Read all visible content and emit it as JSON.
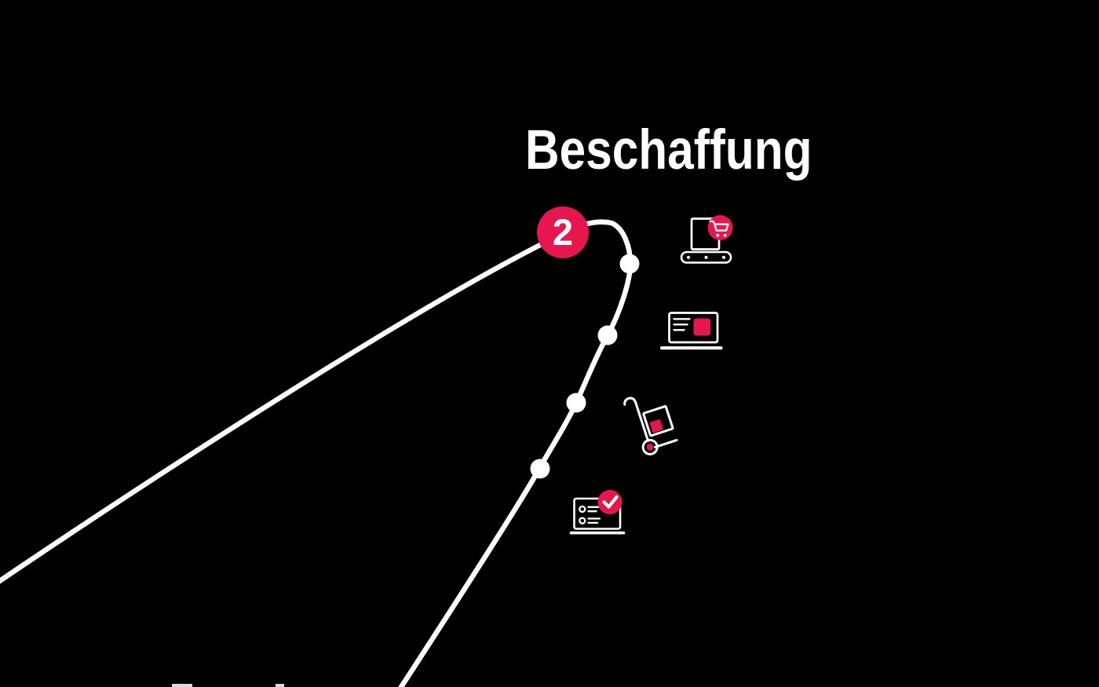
{
  "theme": {
    "background": "#000000",
    "foreground": "#ffffff",
    "accent": "#e5174e"
  },
  "diagram": {
    "title": "Beschaffung",
    "step": {
      "number": "2"
    },
    "milestone_dot_count": 4,
    "icons": [
      {
        "name": "conveyor-belt-with-cart-badge-icon"
      },
      {
        "name": "laptop-icon"
      },
      {
        "name": "hand-truck-icon"
      },
      {
        "name": "checklist-with-checkmark-icon"
      }
    ]
  }
}
